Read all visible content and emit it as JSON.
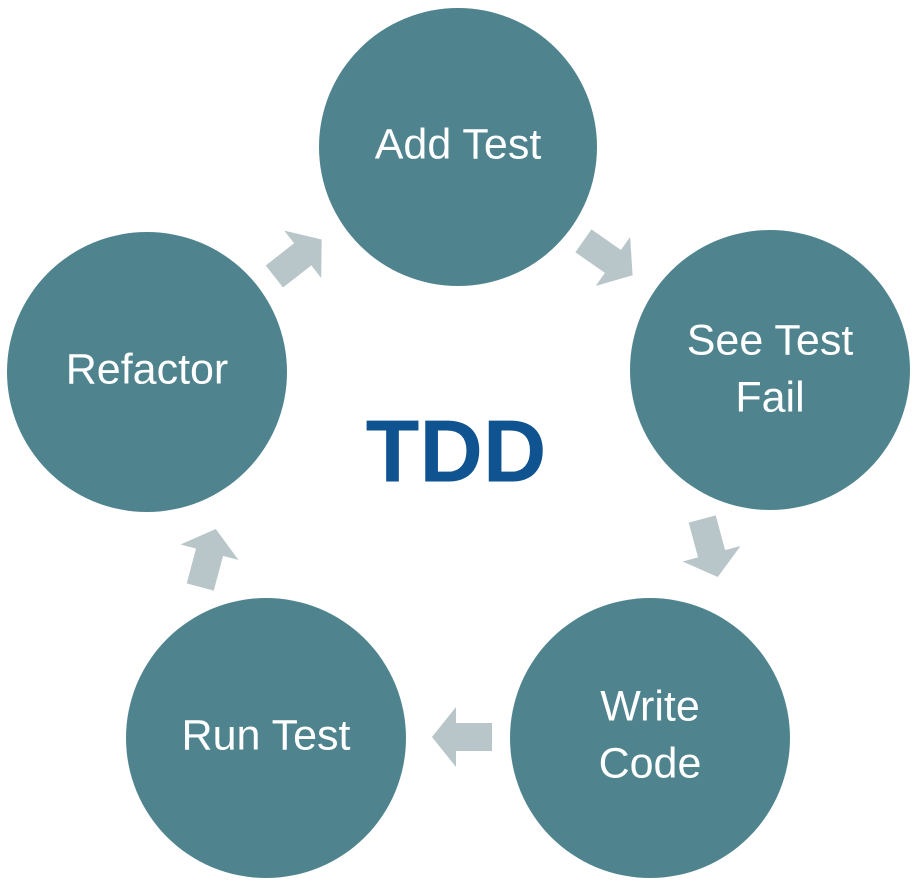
{
  "center_title": "TDD",
  "colors": {
    "stage_fill": "#4f848f",
    "stage_text": "#ffffff",
    "arrow_fill": "#b8c6c9",
    "title_text": "#0f5390"
  },
  "stages": [
    {
      "id": "add-test",
      "lines": [
        "Add Test"
      ]
    },
    {
      "id": "see-test-fail",
      "lines": [
        "See Test",
        "Fail"
      ]
    },
    {
      "id": "write-code",
      "lines": [
        "Write",
        "Code"
      ]
    },
    {
      "id": "run-test",
      "lines": [
        "Run Test"
      ]
    },
    {
      "id": "refactor",
      "lines": [
        "Refactor"
      ]
    }
  ]
}
